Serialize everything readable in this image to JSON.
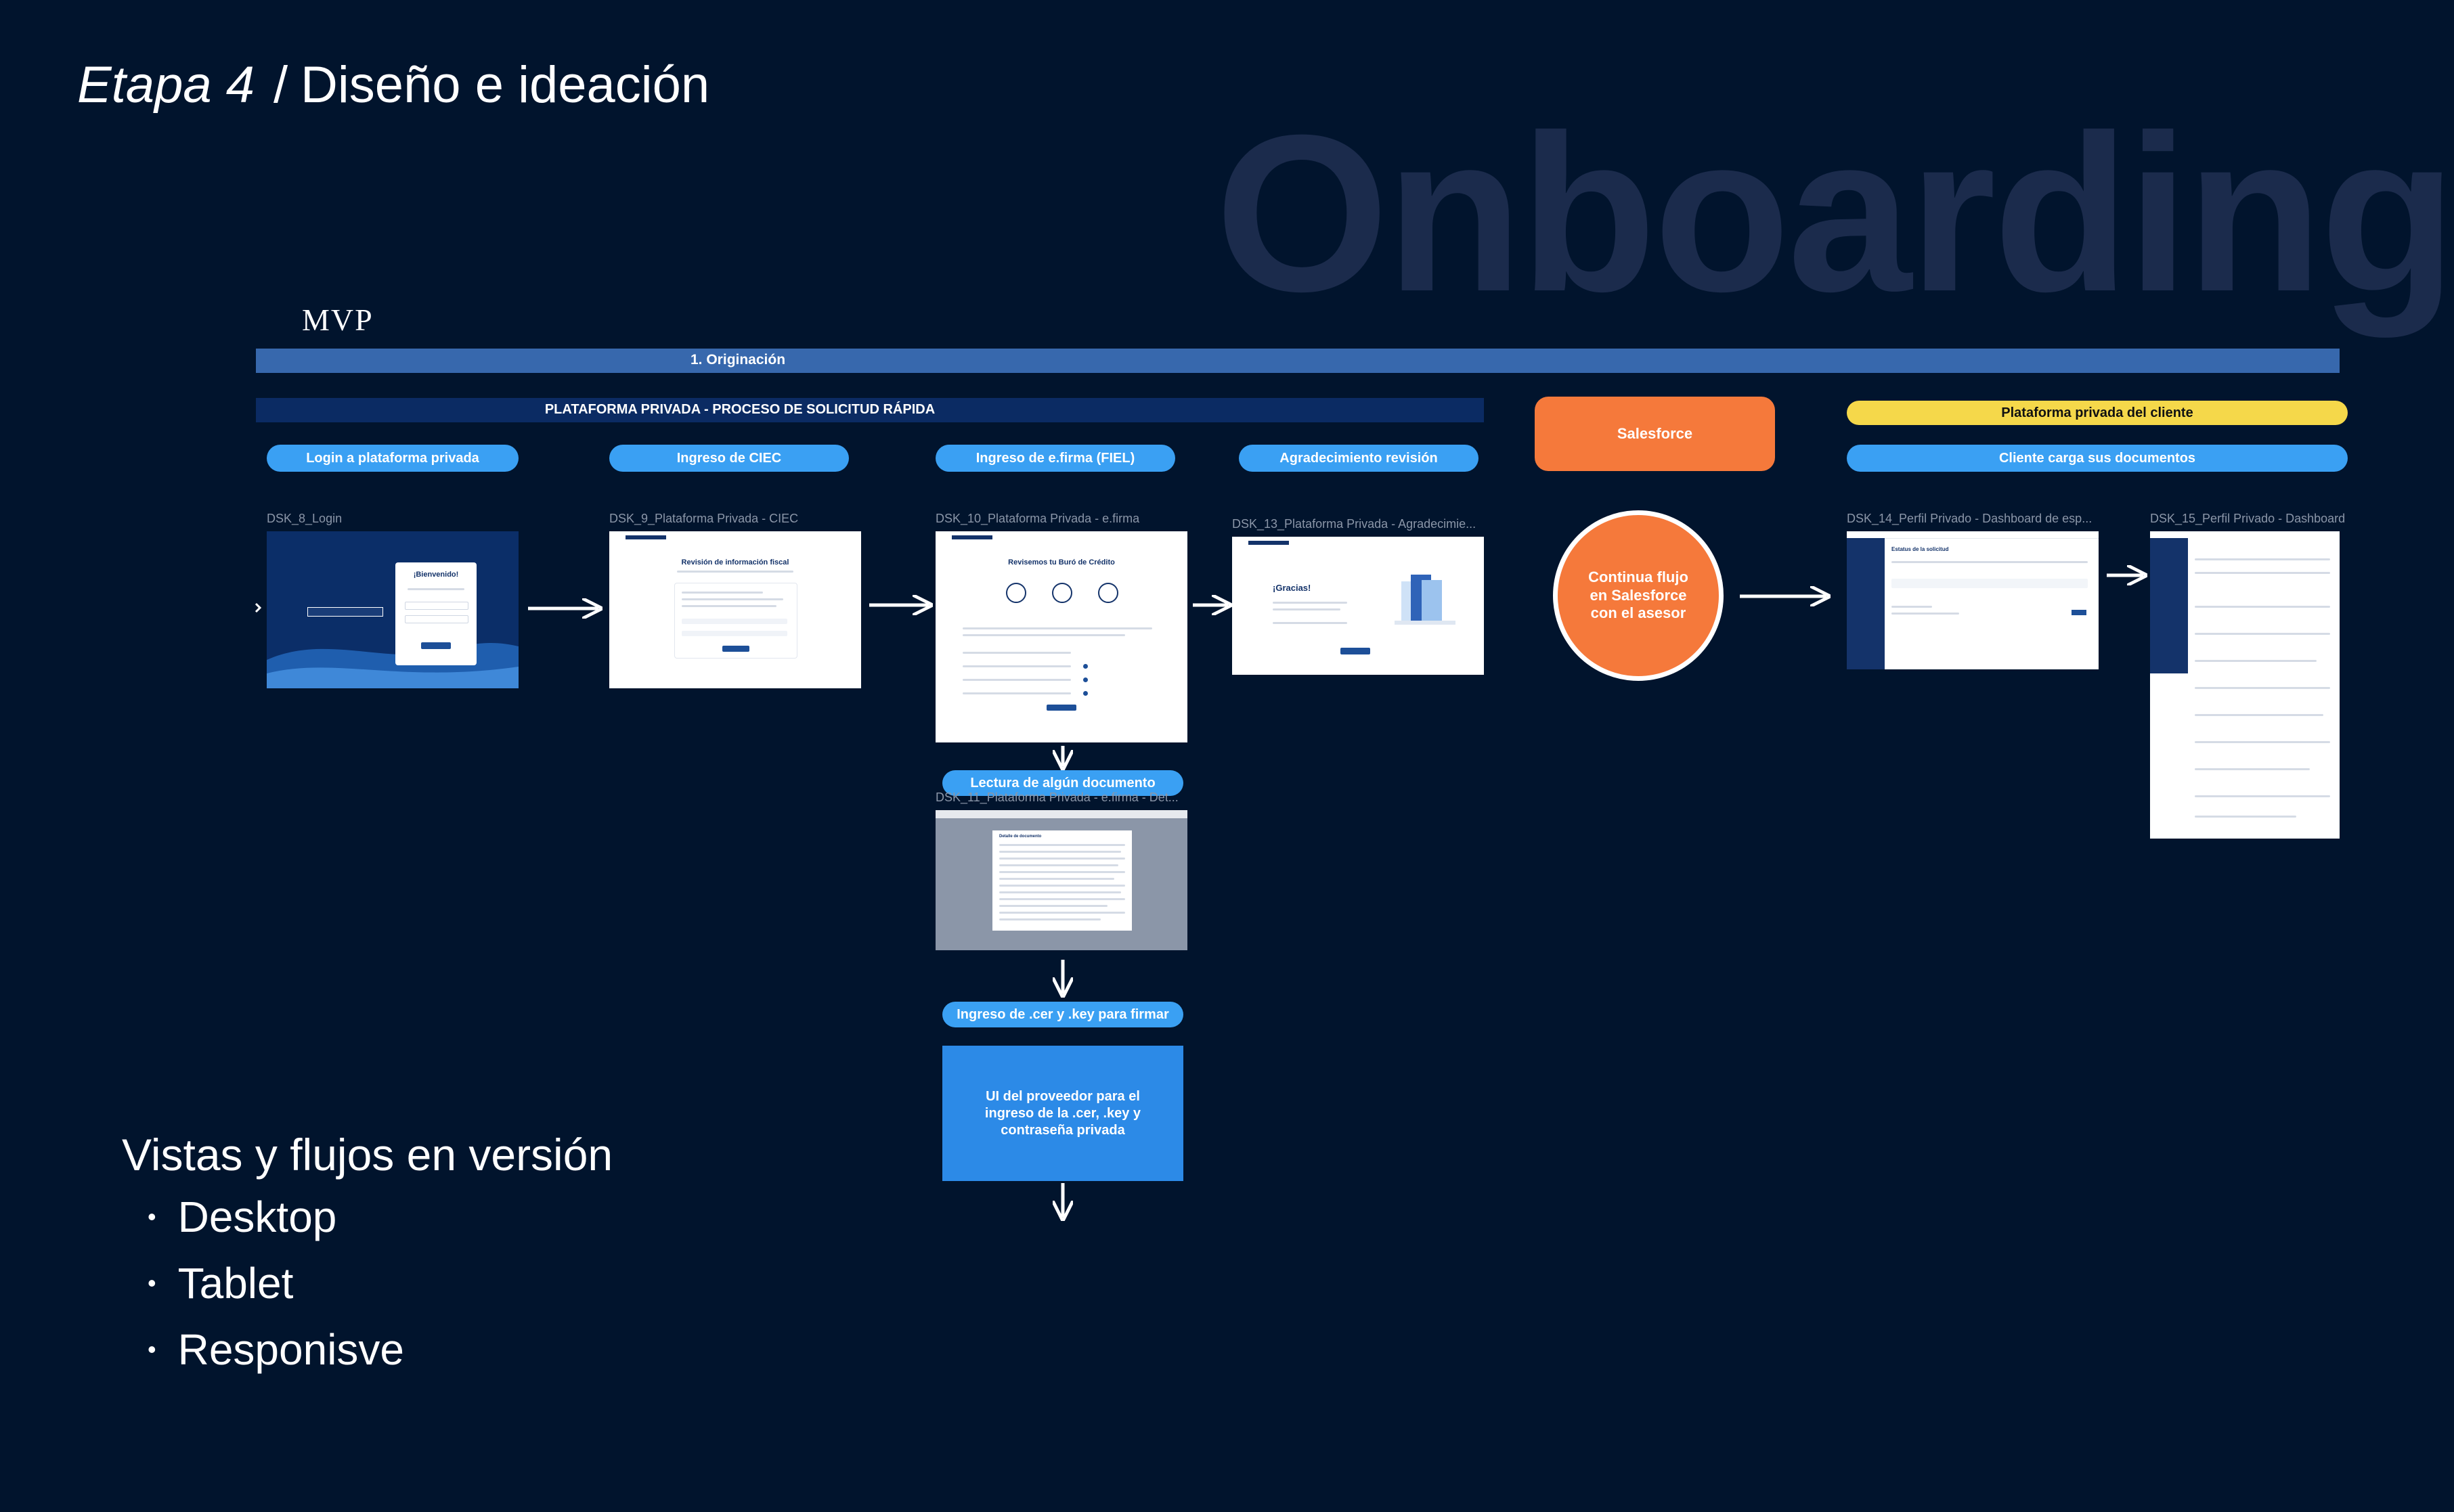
{
  "header": {
    "stage": "Etapa 4",
    "separator": "/",
    "title": "Diseño e ideación",
    "watermark": "Onboarding"
  },
  "version_label": "MVP",
  "phase_band": "1. Originación",
  "section_private_platform": "PLATAFORMA PRIVADA - PROCESO DE SOLICITUD RÁPIDA",
  "section_salesforce": "Salesforce",
  "section_client_platform": "Plataforma privada del cliente",
  "steps": [
    {
      "label": "Login a plataforma privada",
      "screen": "DSK_8_Login"
    },
    {
      "label": "Ingreso de CIEC",
      "screen": "DSK_9_Plataforma Privada - CIEC"
    },
    {
      "label": "Ingreso de e.firma (FIEL)",
      "screen": "DSK_10_Plataforma Privada - e.firma"
    },
    {
      "label": "Agradecimiento revisión",
      "screen": "DSK_13_Plataforma Privada - Agradecimie..."
    },
    {
      "label": "Cliente carga sus documentos",
      "screen": "DSK_14_Perfil Privado - Dashboard de esp..."
    },
    {
      "label": "",
      "screen": "DSK_15_Perfil Privado - Dashboard"
    }
  ],
  "branch": {
    "reading_label": "Lectura de algún documento",
    "reading_screen": "DSK_11_Plataforma Privada - e.firma - Det...",
    "upload_label": "Ingreso de .cer y .key para firmar",
    "provider_box": "UI del proveedor para el ingreso de la .cer, .key y contraseña privada"
  },
  "salesforce_node": "Continua flujo en Salesforce con el asesor",
  "screens_text": {
    "login_welcome": "¡Bienvenido!",
    "ciec_title": "Revisión de información fiscal",
    "efirma_title": "Revisemos tu Buró de Crédito",
    "thanks_title": "¡Gracias!",
    "dashboard_title": "Estatus de la solicitud",
    "reading_title": "Detalle de documento"
  },
  "notes": {
    "title": "Vistas y flujos en versión",
    "items": [
      "Desktop",
      "Tablet",
      "Responisve"
    ]
  },
  "colors": {
    "background": "#01142d",
    "band": "#3768ad",
    "pill": "#3aa0f3",
    "salesforce": "#f5793b",
    "client_platform": "#f5d84a",
    "provider_box": "#2c8ae7"
  }
}
